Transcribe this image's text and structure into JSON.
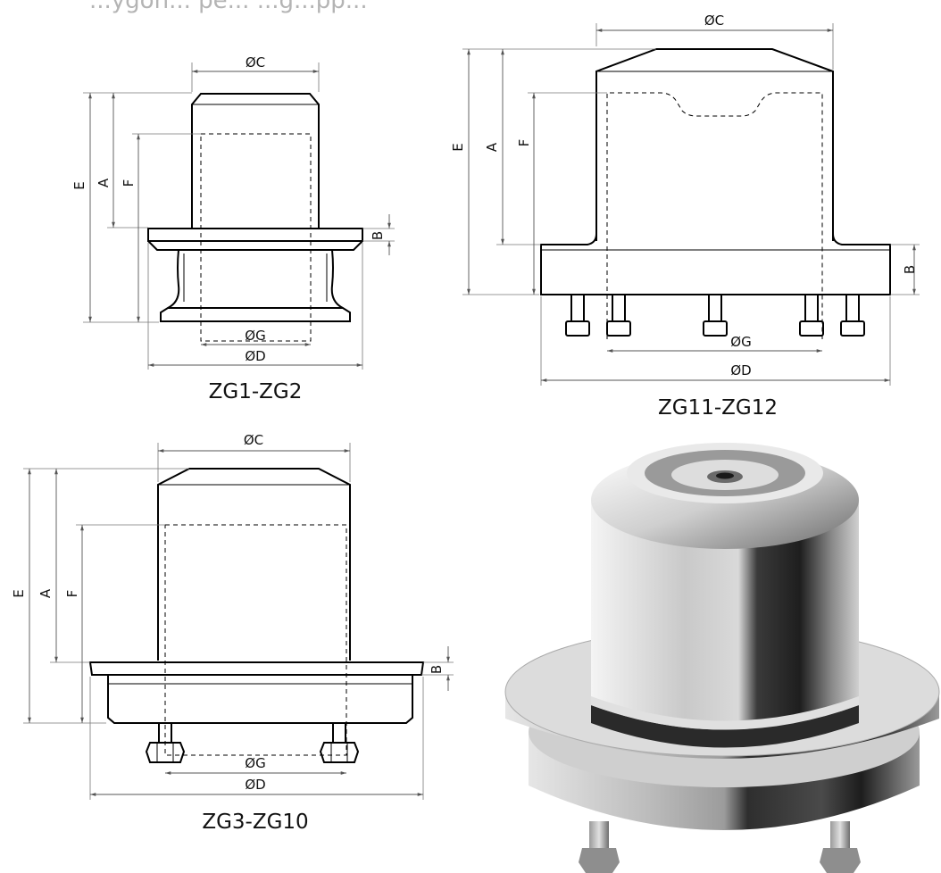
{
  "header": {
    "title_fragment": "...ygon... pe... ...g...pp..."
  },
  "drawings": {
    "zg1": {
      "caption": "ZG1-ZG2",
      "labels": {
        "C": "ØC",
        "E": "E",
        "A": "A",
        "F": "F",
        "B": "B",
        "G": "ØG",
        "D": "ØD"
      }
    },
    "zg11": {
      "caption": "ZG11-ZG12",
      "labels": {
        "C": "ØC",
        "E": "E",
        "A": "A",
        "F": "F",
        "B": "B",
        "G": "ØG",
        "D": "ØD"
      }
    },
    "zg3": {
      "caption": "ZG3-ZG10",
      "labels": {
        "C": "ØC",
        "E": "E",
        "A": "A",
        "F": "F",
        "B": "B",
        "G": "ØG",
        "D": "ØD"
      }
    }
  },
  "render": {
    "name": "product-render"
  },
  "colors": {
    "line": "#000000",
    "dimension": "#555555",
    "title": "#b4b4b4"
  }
}
